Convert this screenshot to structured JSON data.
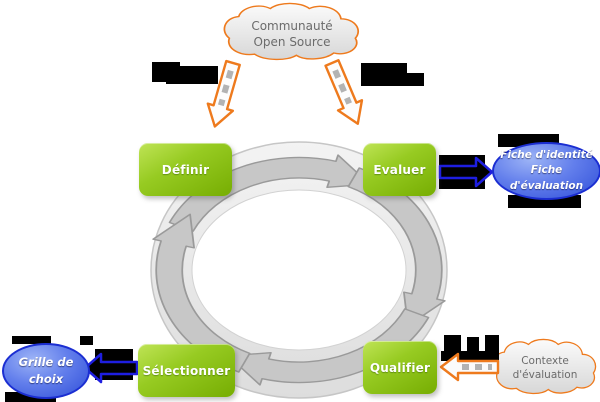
{
  "diagram": {
    "title_cloud": {
      "line1": "Communauté",
      "line2": "Open Source"
    },
    "steps": {
      "definir": "Définir",
      "evaluer": "Evaluer",
      "qualifier": "Qualifier",
      "selectionner": "Sélectionner"
    },
    "outputs": {
      "fiche": {
        "line1": "Fiche d'identité",
        "line2": "Fiche d'évaluation"
      },
      "grille": {
        "line1": "Grille de",
        "line2": "choix"
      }
    },
    "context_cloud": {
      "line1": "Contexte",
      "line2": "d'évaluation"
    },
    "colors": {
      "step_green": "#84b80e",
      "cloud_border_orange": "#ee7a1d",
      "output_blue": "#3a57dd",
      "arrow_blue": "#1e1ee0",
      "ring_gray": "#c9c9c9",
      "redaction_black": "#000000"
    }
  }
}
